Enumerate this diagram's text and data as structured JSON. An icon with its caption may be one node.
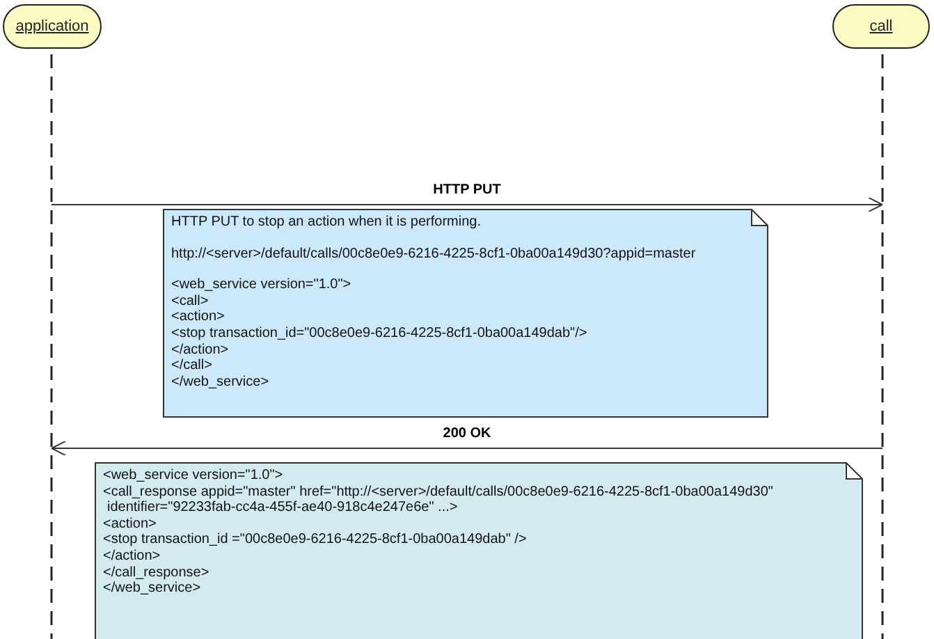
{
  "diagram": {
    "nodes": [
      {
        "text": [
          "application"
        ]
      },
      {
        "text": [
          "call"
        ]
      },
      {
        "text": [
          "HTTP PUT to stop an action when it is performing.",
          "http://<server>/default/calls/00c8e0e9-6216-4225-8cf1-0ba00a149d30?appid=master",
          "<web_service version=\"1.0\">",
          "<call>",
          "<action>",
          "<stop transaction_id=\"00c8e0e9-6216-4225-8cf1-0ba00a149dab\"/>",
          "</action>",
          "</call>",
          "</web_service>"
        ]
      },
      {
        "text": [
          "<web_service version=\"1.0\">",
          "<call_response appid=\"master\" href=\"http://<server>/default/calls/00c8e0e9-6216-4225-8cf1-0ba00a149d30\"",
          "identifier=\"92233fab-cc4a-455f-ae40-918c4e247e6e\" ...>",
          "<action>",
          "<stop transaction_id =\"00c8e0e9-6216-4225-8cf1-0ba00a149dab\" />",
          "</action>",
          "</call_response>",
          "</web_service>"
        ]
      }
    ],
    "edges": [
      {
        "from": 0,
        "to": 1,
        "arrow": "to",
        "label": "HTTP PUT"
      },
      {
        "from": 1,
        "to": 0,
        "arrow": "to",
        "label": "200 OK"
      }
    ]
  }
}
